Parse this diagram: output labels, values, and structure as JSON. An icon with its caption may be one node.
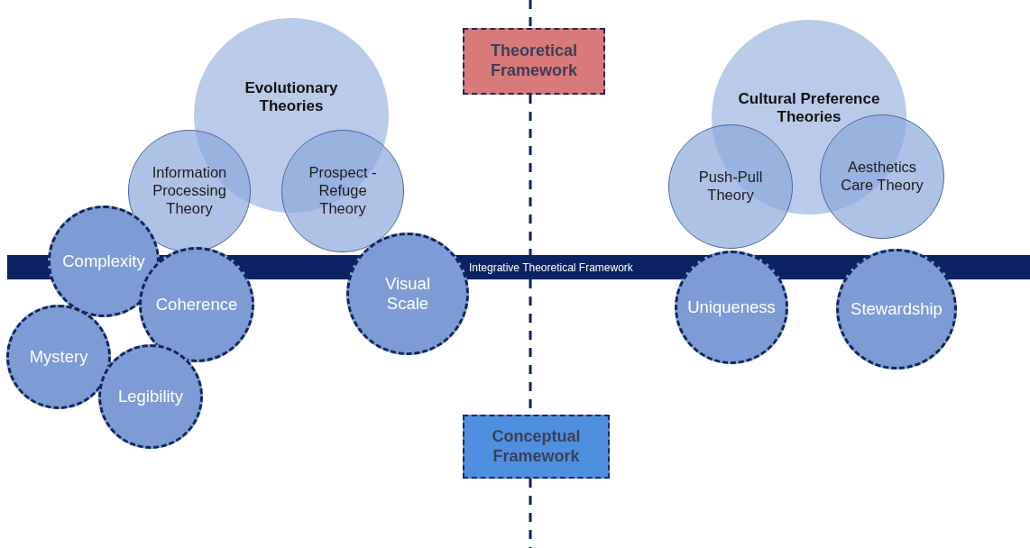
{
  "diagram": {
    "nodes": [
      {
        "text": [
          "Theoretical Framework"
        ]
      },
      {
        "text": [
          "Conceptual Framework"
        ]
      },
      {
        "text": [
          "Integrative Theoretical Framework"
        ]
      },
      {
        "text": [
          "Evolutionary Theories"
        ]
      },
      {
        "text": [
          "Information Processing Theory"
        ]
      },
      {
        "text": [
          "Prospect - Refuge Theory"
        ]
      },
      {
        "text": [
          "Complexity"
        ]
      },
      {
        "text": [
          "Coherence"
        ]
      },
      {
        "text": [
          "Visual Scale"
        ]
      },
      {
        "text": [
          "Mystery"
        ]
      },
      {
        "text": [
          "Legibility"
        ]
      },
      {
        "text": [
          "Cultural Preference Theories"
        ]
      },
      {
        "text": [
          "Push-Pull Theory"
        ]
      },
      {
        "text": [
          "Aesthetics Care Theory"
        ]
      },
      {
        "text": [
          "Uniqueness"
        ]
      },
      {
        "text": [
          "Stewardship"
        ]
      }
    ],
    "edges": [
      {
        "from": null,
        "to": 0,
        "arrow": "none",
        "style": "dashed"
      },
      {
        "from": 0,
        "to": 2,
        "arrow": "none",
        "style": "dashed"
      },
      {
        "from": 2,
        "to": 1,
        "arrow": "none",
        "style": "dashed"
      },
      {
        "from": 1,
        "to": null,
        "arrow": "none",
        "style": "dashed"
      }
    ]
  }
}
